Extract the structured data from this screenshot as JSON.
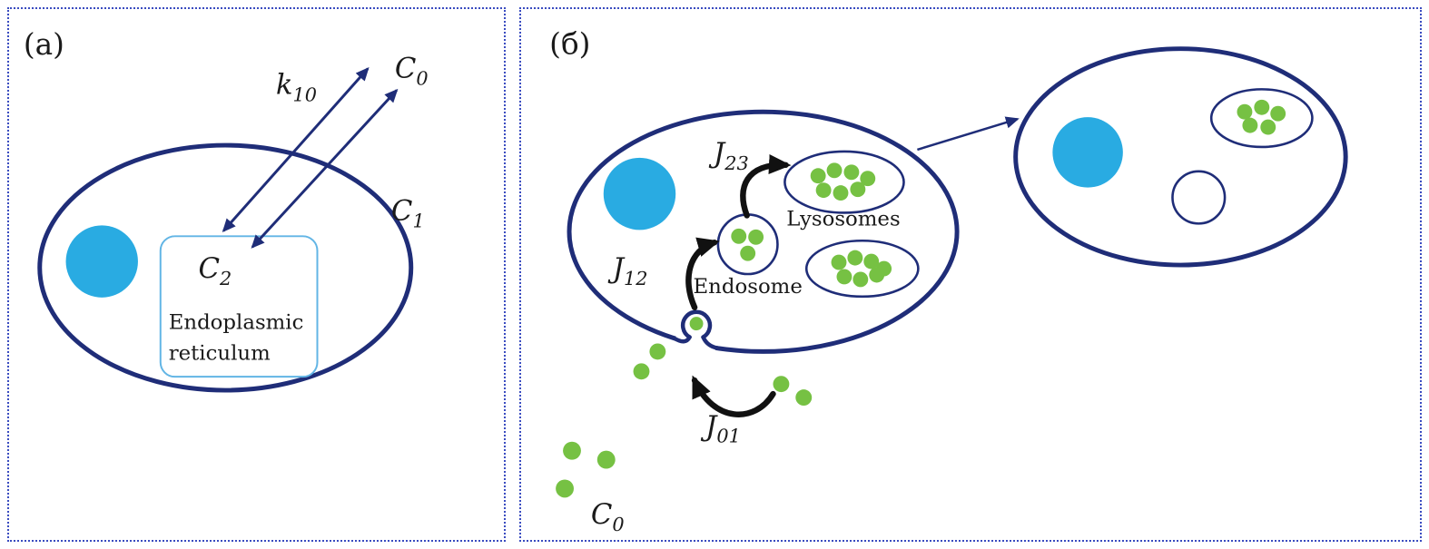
{
  "figure": {
    "panel_a_label": "(а)",
    "panel_b_label": "(б)"
  },
  "panel_a": {
    "rate_k10": {
      "base": "k",
      "sub": "10"
    },
    "conc_outer": {
      "base": "C",
      "sub": "0"
    },
    "conc_cytosol": {
      "base": "C",
      "sub": "1"
    },
    "conc_er": {
      "base": "C",
      "sub": "2"
    },
    "er_label_line1": "Endoplasmic",
    "er_label_line2": "reticulum"
  },
  "panel_b": {
    "flux_j01": {
      "base": "J",
      "sub": "01"
    },
    "flux_j12": {
      "base": "J",
      "sub": "12"
    },
    "flux_j23": {
      "base": "J",
      "sub": "23"
    },
    "conc_outer": {
      "base": "C",
      "sub": "0"
    },
    "endosome_label": "Endosome",
    "lysosomes_label": "Lysosomes"
  },
  "colors": {
    "membrane": "#1f2d78",
    "nucleus": "#29abe2",
    "particle": "#76c143",
    "er_outline": "#62b5e5",
    "flux_arrow": "#111111",
    "panel_border": "#3a4cc0",
    "text": "#1a1a1a",
    "background": "#ffffff"
  }
}
